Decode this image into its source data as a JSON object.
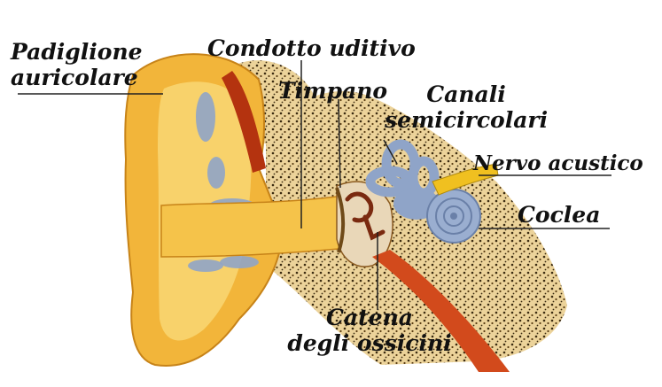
{
  "diagram": {
    "labels": {
      "pinna": {
        "line1": "Padiglione",
        "line2": "auricolare"
      },
      "ear_canal": "Condotto uditivo",
      "eardrum": "Timpano",
      "semicircular_canals": {
        "line1": "Canali",
        "line2": "semicircolari"
      },
      "acoustic_nerve": "Nervo acustico",
      "cochlea": "Coclea",
      "ossicles": {
        "line1": "Catena",
        "line2": "degli ossicini"
      }
    }
  },
  "colors": {
    "skin_outer": "#f2b53a",
    "skin_inner": "#f8d26b",
    "bone": "#e8c98f",
    "bone_speckle": "#3a2a10",
    "canal_red": "#b4330f",
    "labyrinth_blue": "#8fa4c8",
    "nerve_yellow": "#f0c020",
    "text": "#111111"
  }
}
